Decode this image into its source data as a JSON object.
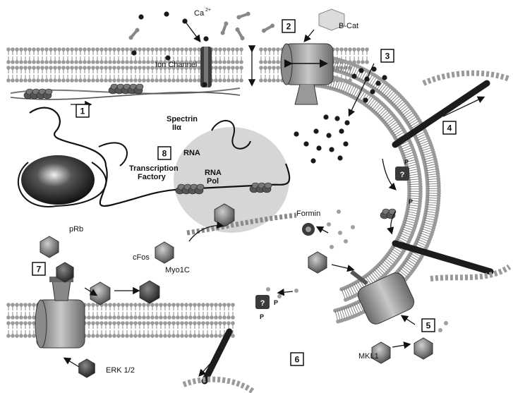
{
  "labels": {
    "calcium": "Ca",
    "calcium_charge": "2+",
    "b_cat": "B-Cat",
    "ion_channel": "Ion Channel",
    "spectrin_line1": "Spectrin",
    "spectrin_line2": "IIα",
    "rna": "RNA",
    "rna_pol_line1": "RNA",
    "rna_pol_line2": "Pol",
    "transcription_line1": "Transcription",
    "transcription_line2": "Factory",
    "prb": "pRb",
    "cfos": "cFos",
    "myo1c": "Myo1C",
    "formin": "Formin",
    "mkl1": "MKL1",
    "erk": "ERK 1/2",
    "question_mark": "?",
    "phospho": "P"
  },
  "step_numbers": [
    "1",
    "2",
    "3",
    "4",
    "5",
    "6",
    "7",
    "8"
  ],
  "colors": {
    "membrane_head": "#9a9a9a",
    "membrane_dark": "#6d6d6d",
    "protein_dark": "#3a3a3a",
    "protein_mid": "#8c8c8c",
    "nucleus_bg": "#d9d9d9",
    "ion": "#1a1a1a"
  }
}
